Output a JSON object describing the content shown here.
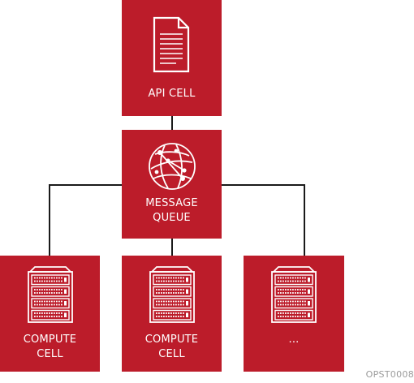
{
  "diagram": {
    "nodes": {
      "api_cell": {
        "label": "API CELL",
        "icon": "document-icon"
      },
      "message_queue": {
        "label_line1": "MESSAGE",
        "label_line2": "QUEUE",
        "icon": "network-globe-icon"
      },
      "compute_cell_1": {
        "label_line1": "COMPUTE",
        "label_line2": "CELL",
        "icon": "server-rack-icon"
      },
      "compute_cell_2": {
        "label_line1": "COMPUTE",
        "label_line2": "CELL",
        "icon": "server-rack-icon"
      },
      "more_cells": {
        "label": "...",
        "icon": "server-rack-icon"
      }
    },
    "watermark": "OPST0008",
    "colors": {
      "box": "#bc1c2a",
      "line": "#1a1a1a",
      "text": "#ffffff"
    }
  }
}
